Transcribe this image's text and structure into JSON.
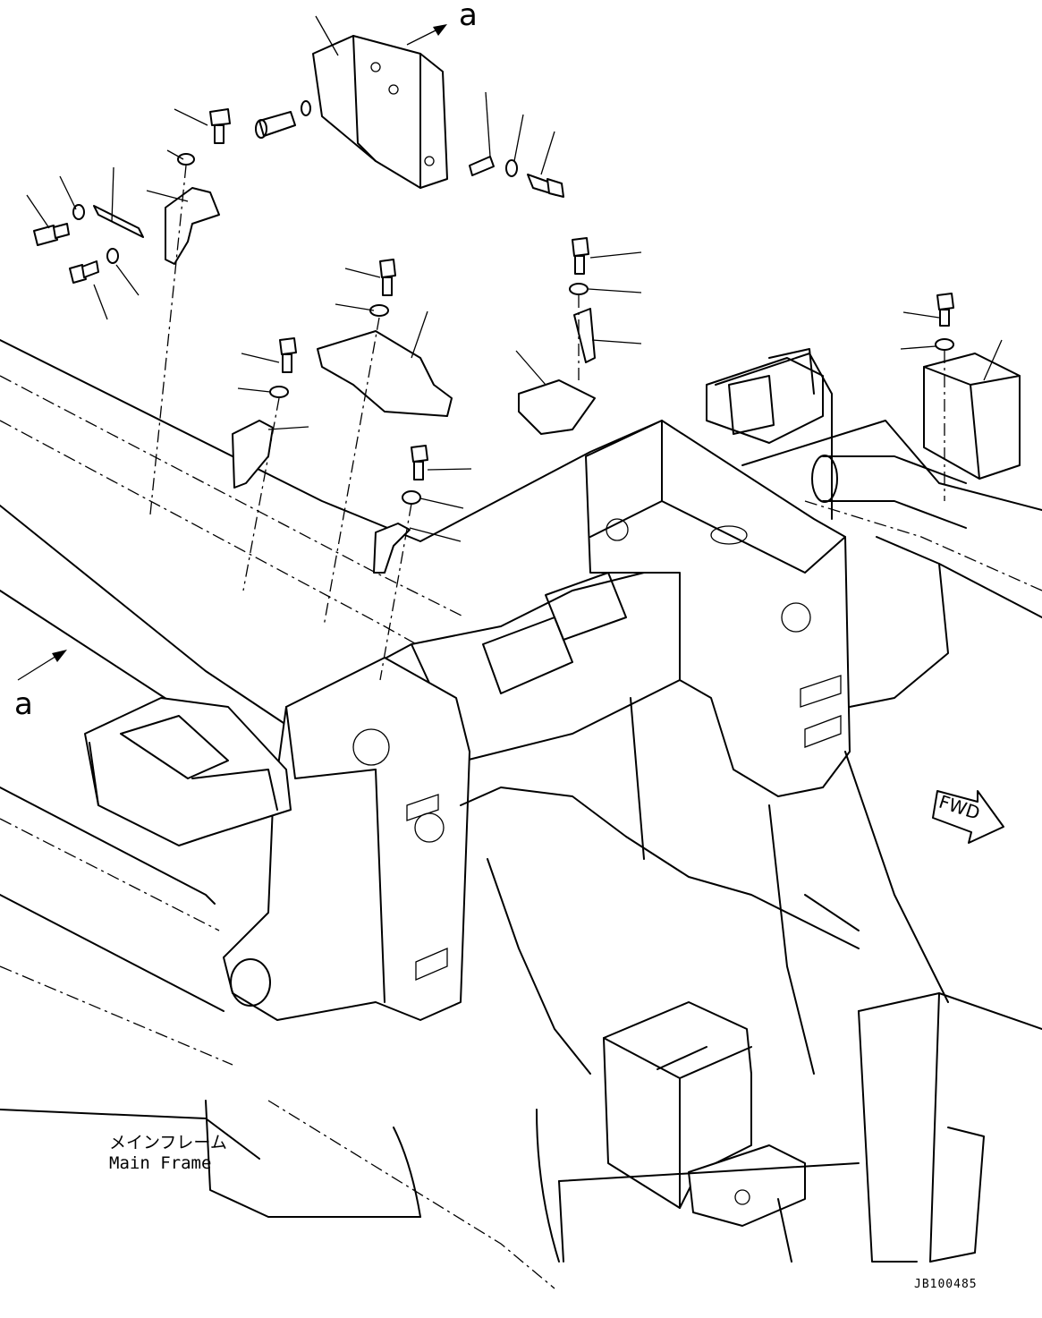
{
  "ref_marks": {
    "top": "a",
    "left": "a"
  },
  "main_frame_label": {
    "jp": "メインフレーム",
    "en": "Main Frame"
  },
  "direction_label": "FWD",
  "drawing_code": "JB100485"
}
